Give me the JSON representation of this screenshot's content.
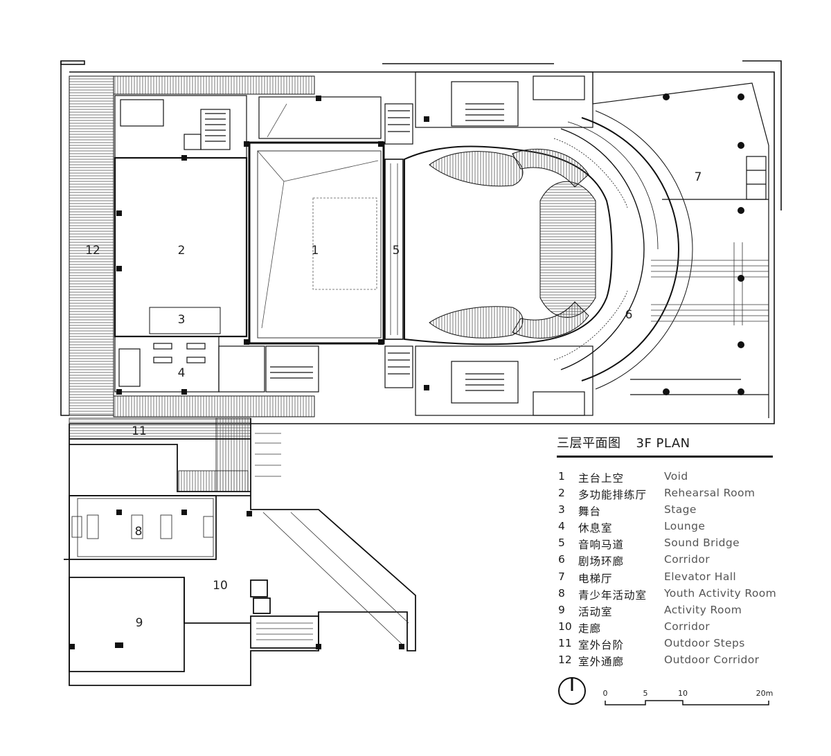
{
  "legend": {
    "title_cn": "三层平面图",
    "title_en": "3F PLAN",
    "items": [
      {
        "num": "1",
        "cn": "主台上空",
        "en": "Void"
      },
      {
        "num": "2",
        "cn": "多功能排练厅",
        "en": "Rehearsal Room"
      },
      {
        "num": "3",
        "cn": "舞台",
        "en": "Stage"
      },
      {
        "num": "4",
        "cn": "休息室",
        "en": "Lounge"
      },
      {
        "num": "5",
        "cn": "音响马道",
        "en": "Sound Bridge"
      },
      {
        "num": "6",
        "cn": "剧场环廊",
        "en": "Corridor"
      },
      {
        "num": "7",
        "cn": "电梯厅",
        "en": "Elevator Hall"
      },
      {
        "num": "8",
        "cn": "青少年活动室",
        "en": "Youth Activity Room"
      },
      {
        "num": "9",
        "cn": "活动室",
        "en": "Activity Room"
      },
      {
        "num": "10",
        "cn": "走廊",
        "en": "Corridor"
      },
      {
        "num": "11",
        "cn": "室外台阶",
        "en": "Outdoor Steps"
      },
      {
        "num": "12",
        "cn": "室外通廊",
        "en": "Outdoor Corridor"
      }
    ]
  },
  "room_labels": [
    "1",
    "2",
    "3",
    "4",
    "5",
    "6",
    "7",
    "8",
    "9",
    "10",
    "11",
    "12"
  ],
  "scale_bar": {
    "labels": [
      "0",
      "5",
      "10",
      "20m"
    ]
  },
  "north_arrow": {
    "icon": "north-arrow-icon"
  }
}
